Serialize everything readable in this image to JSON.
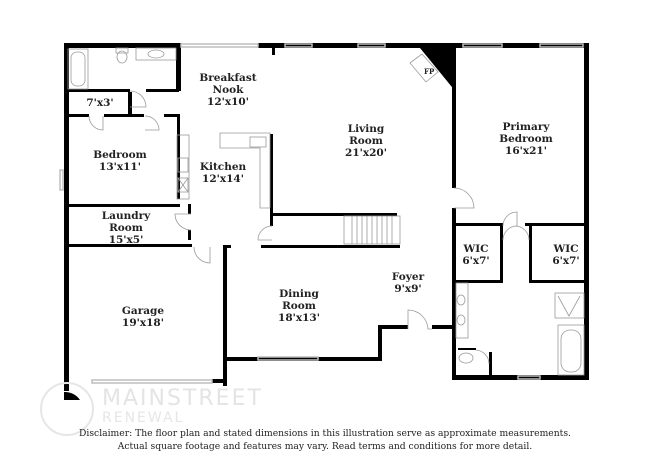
{
  "rooms": [
    {
      "id": "breakfast-nook",
      "name": "Breakfast\nNook",
      "name_l1": "Breakfast",
      "name_l2": "Nook",
      "dims": "12'x10'"
    },
    {
      "id": "closet",
      "name_l1": "",
      "name_l2": "",
      "dims": "7'x3'"
    },
    {
      "id": "bedroom",
      "name_l1": "Bedroom",
      "dims": "13'x11'"
    },
    {
      "id": "kitchen",
      "name_l1": "Kitchen",
      "dims": "12'x14'"
    },
    {
      "id": "living-room",
      "name_l1": "Living",
      "name_l2": "Room",
      "dims": "21'x20'"
    },
    {
      "id": "primary-bedroom",
      "name_l1": "Primary",
      "name_l2": "Bedroom",
      "dims": "16'x21'"
    },
    {
      "id": "laundry-room",
      "name_l1": "Laundry",
      "name_l2": "Room",
      "dims": "15'x5'"
    },
    {
      "id": "wic-left",
      "name_l1": "WIC",
      "dims": "6'x7'"
    },
    {
      "id": "wic-right",
      "name_l1": "WIC",
      "dims": "6'x7'"
    },
    {
      "id": "garage",
      "name_l1": "Garage",
      "dims": "19'x18'"
    },
    {
      "id": "dining-room",
      "name_l1": "Dining",
      "name_l2": "Room",
      "dims": "18'x13'"
    },
    {
      "id": "foyer",
      "name_l1": "Foyer",
      "dims": "9'x9'"
    }
  ],
  "fireplace_label": "FP",
  "watermark": {
    "line1": "MAINSTREET",
    "line2": "RENEWAL"
  },
  "disclaimer": {
    "line1": "Disclaimer: The floor plan and stated dimensions in this illustration serve as approximate measurements.",
    "line2": "Actual square footage and features may vary. Read terms and conditions for more detail."
  },
  "colors": {
    "wall": "#000000",
    "fixture": "#9a9a9a",
    "window": "#bdbdbd",
    "text": "#222222"
  }
}
